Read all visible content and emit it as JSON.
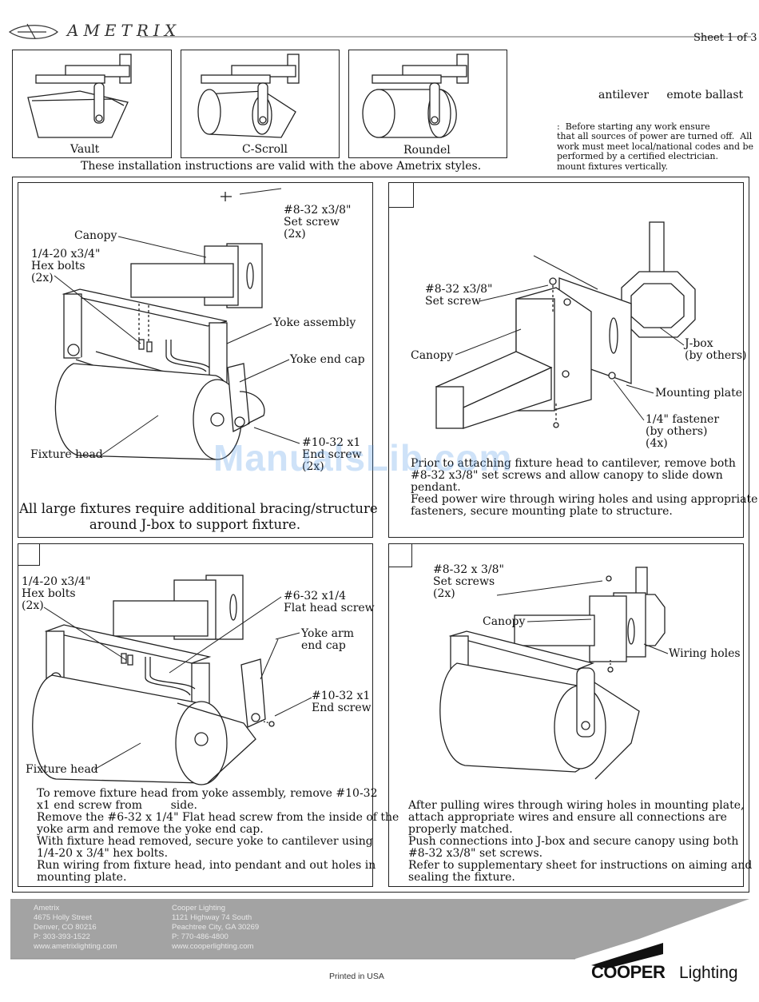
{
  "header": {
    "brand": "AMETRIX",
    "sheet": "Sheet 1 of 3"
  },
  "styles": {
    "items": [
      "Vault",
      "C-Scroll",
      "Roundel"
    ],
    "note": "These installation instructions are valid with the above Ametrix styles."
  },
  "title_block": {
    "title": "antilever     emote ballast",
    "warning": ":  Before starting any work ensure\nthat all sources of power are turned off.  All\nwork must meet local/national codes and be\nperformed by a certified electrician.\nmount fixtures vertically."
  },
  "panel1": {
    "set_screw": "#8-32 x3/8\"\nSet screw\n(2x)",
    "canopy": "Canopy",
    "hex_bolts": "1/4-20 x3/4\"\nHex bolts\n(2x)",
    "yoke_assembly": "Yoke assembly",
    "yoke_end_cap": "Yoke end cap",
    "end_screw": "#10-32 x1\nEnd screw\n(2x)",
    "fixture_head": "Fixture head",
    "note": "All large fixtures require additional bracing/structure\naround J-box to support fixture."
  },
  "panel2": {
    "set_screw": "#8-32 x3/8\"\nSet screw",
    "canopy": "Canopy",
    "jbox": "J-box\n(by others)",
    "mounting_plate": "Mounting plate",
    "fastener": "1/4\" fastener\n(by others)\n(4x)",
    "text": "Prior to attaching fixture head to cantilever, remove both\n#8-32 x3/8\" set screws and allow canopy to slide down\npendant.\nFeed power wire through wiring holes and using appropriate\nfasteners, secure mounting plate to structure."
  },
  "panel3": {
    "hex_bolts": "1/4-20 x3/4\"\nHex bolts\n(2x)",
    "flat_head": "#6-32 x1/4\nFlat head screw",
    "yoke_arm": "Yoke arm\nend cap",
    "end_screw": "#10-32 x1\nEnd screw",
    "fixture_head": "Fixture head",
    "text": "To remove fixture head from yoke assembly, remove #10-32\nx1 end screw from        side.\nRemove the #6-32 x 1/4\" Flat head screw from the inside of the\nyoke arm and remove the yoke end cap.\nWith fixture head removed, secure yoke to cantilever using\n1/4-20 x 3/4\" hex bolts.\nRun wiring from fixture head, into pendant and out holes in\nmounting plate."
  },
  "panel4": {
    "set_screws": "#8-32 x 3/8\"\nSet screws\n(2x)",
    "canopy": "Canopy",
    "wiring_holes": "Wiring holes",
    "text": "After pulling wires through wiring holes in mounting plate,\nattach appropriate wires and ensure all connections are\nproperly matched.\nPush connections into J-box and secure canopy using both\n#8-32 x3/8\" set screws.\nRefer to supplementary sheet for instructions on aiming and\nsealing the fixture."
  },
  "watermark": "ManualsLib.com",
  "footer": {
    "ametrix": "Ametrix\n4675 Holly Street\nDenver, CO 80216\nP: 303-393-1522\nwww.ametrixlighting.com",
    "cooper": "Cooper Lighting\n1121 Highway 74 South\nPeachtree City, GA 30269\nP: 770-486-4800\nwww.cooperlighting.com",
    "printed": "Printed in USA",
    "logo_bold": "COOPER",
    "logo_light": "Lighting"
  },
  "colors": {
    "footer_bg": "#a3a3a3",
    "rule": "#222222",
    "watermark": "#5096e6"
  }
}
